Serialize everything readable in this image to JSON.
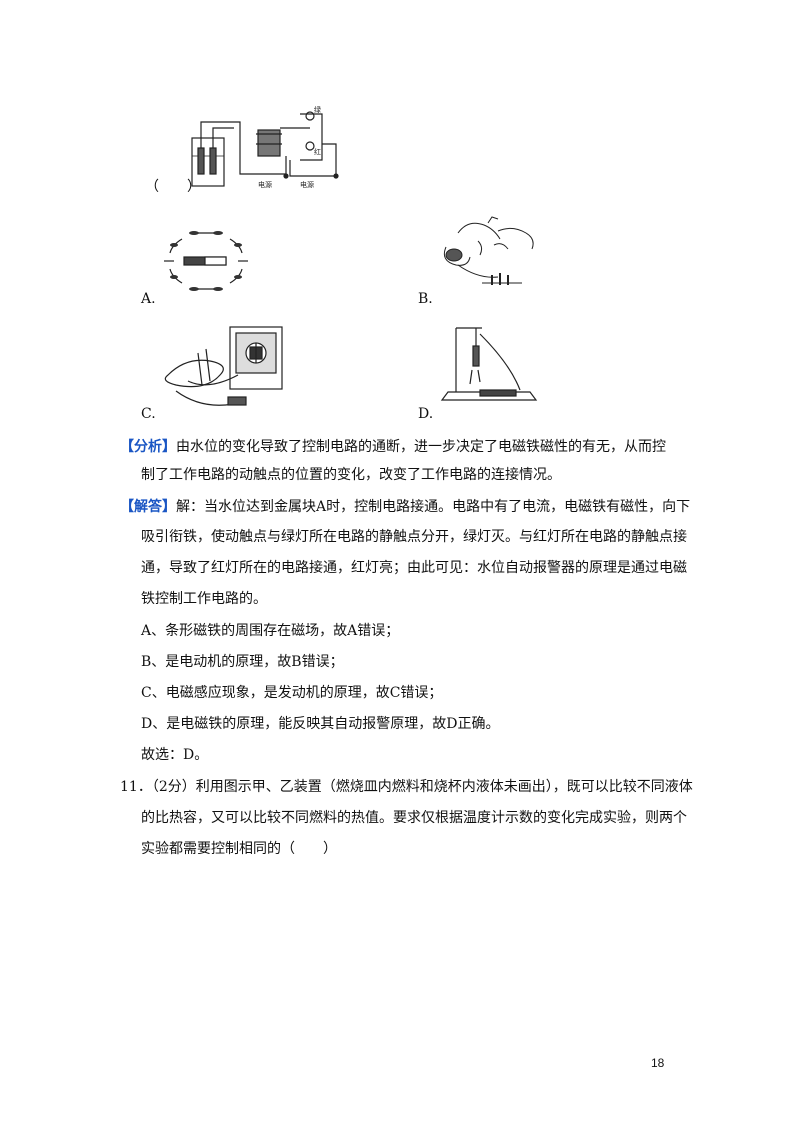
{
  "question_stem_paren": "（　　）",
  "options": {
    "a_label": "A.",
    "b_label": "B.",
    "c_label": "C.",
    "d_label": "D."
  },
  "circuit_labels": {
    "lamp_top": "绿",
    "lamp_bottom": "红",
    "source_left": "电源",
    "source_right": "电源"
  },
  "analysis": {
    "tag": "【分析】",
    "line1": "由水位的变化导致了控制电路的通断，进一步决定了电磁铁磁性的有无，从而控",
    "line2": "制了工作电路的动触点的位置的变化，改变了工作电路的连接情况。"
  },
  "answer": {
    "tag": "【解答】",
    "line1": "解：当水位达到金属块A时，控制电路接通。电路中有了电流，电磁铁有磁性，向下",
    "line2": "吸引衔铁，使动触点与绿灯所在电路的静触点分开，绿灯灭。与红灯所在电路的静触点接",
    "line3": "通，导致了红灯所在的电路接通，红灯亮；由此可见：水位自动报警器的原理是通过电磁",
    "line4": "铁控制工作电路的。",
    "item_a": "A、条形磁铁的周围存在磁场，故A错误；",
    "item_b": "B、是电动机的原理，故B错误；",
    "item_c": "C、电磁感应现象，是发动机的原理，故C错误；",
    "item_d": "D、是电磁铁的原理，能反映其自动报警原理，故D正确。",
    "choice": "故选：D。"
  },
  "q11": {
    "number": "11．",
    "line1": "（2分）利用图示甲、乙装置（燃烧皿内燃料和烧杯内液体未画出），既可以比较不同液体",
    "line2": "的比热容，又可以比较不同燃料的热值。要求仅根据温度计示数的变化完成实验，则两个",
    "line3": "实验都需要控制相同的（　　）"
  },
  "page_number": "18"
}
